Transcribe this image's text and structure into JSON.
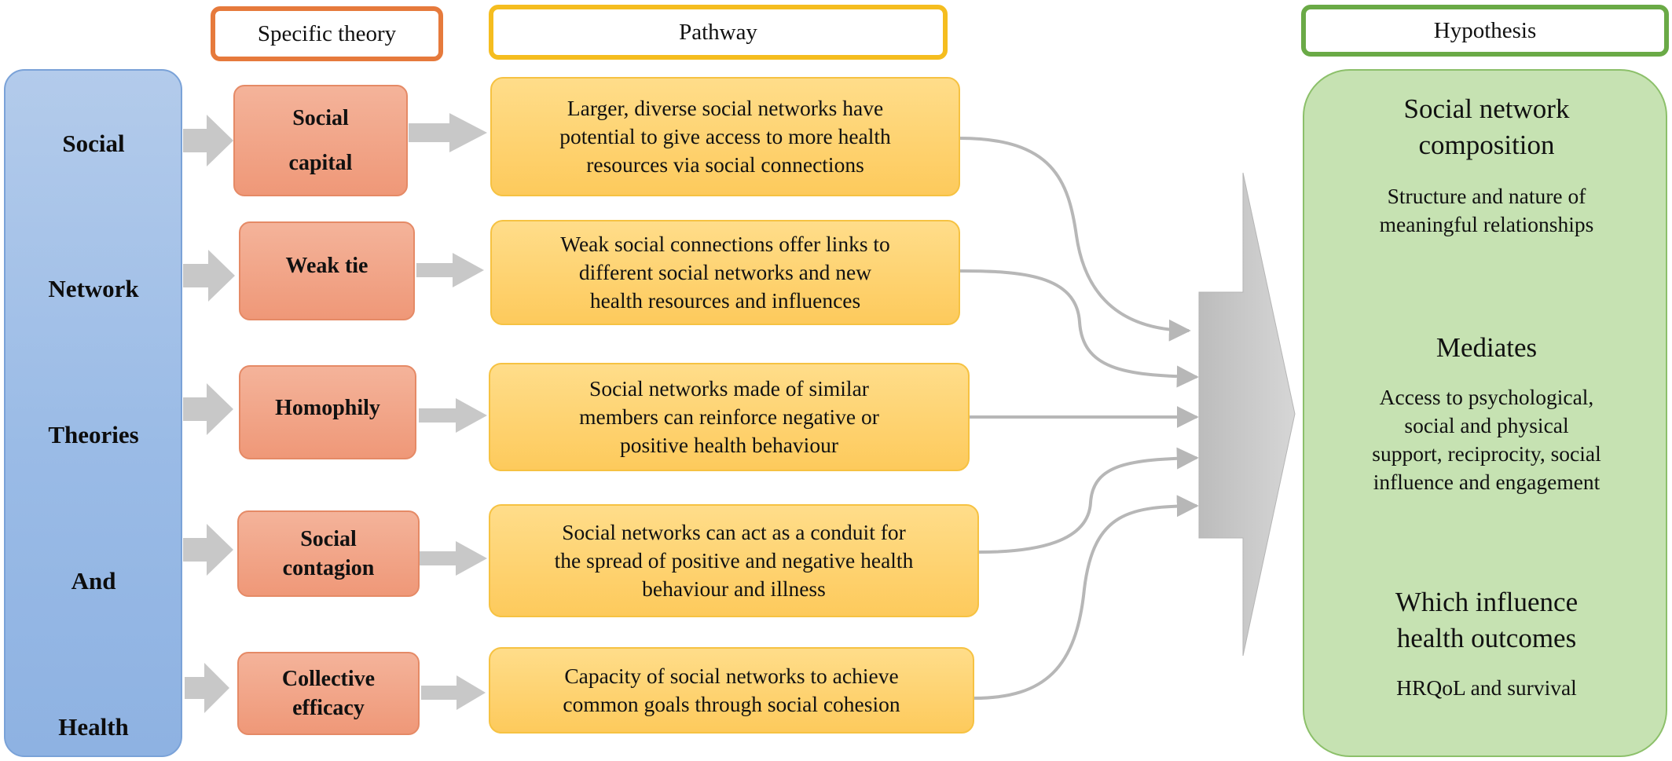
{
  "headers": {
    "specific_theory": "Specific theory",
    "pathway": "Pathway",
    "hypothesis": "Hypothesis"
  },
  "left_column": [
    "Social",
    "Network",
    "Theories",
    "And",
    "Health"
  ],
  "theories": [
    {
      "line1": "Social",
      "line2": "capital"
    },
    {
      "line1": "Weak tie",
      "line2": ""
    },
    {
      "line1": "Homophily",
      "line2": ""
    },
    {
      "line1": "Social",
      "line2": "contagion"
    },
    {
      "line1": "Collective",
      "line2": "efficacy"
    }
  ],
  "pathways": [
    {
      "lines": [
        "Larger, diverse social networks have",
        "potential to give access to more health",
        "resources via social connections"
      ]
    },
    {
      "lines": [
        "Weak social connections offer links to",
        "different social networks and new",
        "health resources and influences"
      ]
    },
    {
      "lines": [
        "Social networks made of similar",
        "members can reinforce negative or",
        "positive health behaviour"
      ]
    },
    {
      "lines": [
        "Social networks can act as a conduit for",
        "the spread of positive and negative health",
        "behaviour and illness"
      ]
    },
    {
      "lines": [
        "Capacity of social networks to achieve",
        "common goals through social cohesion",
        ""
      ]
    }
  ],
  "hypothesis": {
    "title1_line1": "Social network",
    "title1_line2": "composition",
    "text1_line1": "Structure and nature of",
    "text1_line2": "meaningful relationships",
    "title2": "Mediates",
    "text2_line1": "Access to psychological,",
    "text2_line2": "social and physical",
    "text2_line3": "support, reciprocity, social",
    "text2_line4": "influence and engagement",
    "title3_line1": "Which influence",
    "title3_line2": "health outcomes",
    "text3": "HRQoL and survival"
  },
  "colors": {
    "theory_border": "#e67a3c",
    "pathway_border": "#f5bd1f",
    "hypothesis_border": "#6aaa46",
    "left_bar": "#9abbe6",
    "theory_fill": "#ef9878",
    "pathway_fill": "#fdca5c",
    "hypothesis_fill": "#c6e2b2",
    "arrow_gray": "#c8c8c8"
  }
}
